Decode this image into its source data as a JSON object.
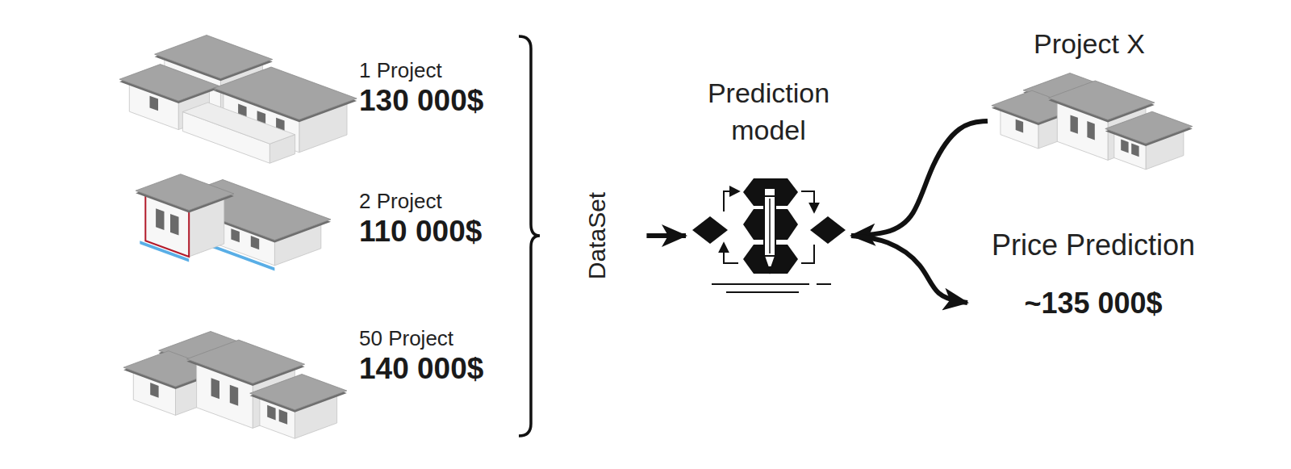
{
  "diagram": {
    "nodes": [
      {
        "text": [
          "1 Project",
          "130 000$"
        ]
      },
      {
        "text": [
          "2 Project",
          "110 000$"
        ]
      },
      {
        "text": [
          "50 Project",
          "140 000$"
        ]
      },
      {
        "text": [
          "DataSet"
        ]
      },
      {
        "text": [
          "Prediction model"
        ]
      },
      {
        "text": [
          "Project X"
        ]
      },
      {
        "text": [
          "Price Prediction",
          "~135 000$"
        ]
      }
    ],
    "edges": [
      {
        "from": 3,
        "to": 4,
        "arrow": "to"
      },
      {
        "from": 5,
        "to": 4,
        "arrow": "to"
      },
      {
        "from": 4,
        "to": 6,
        "arrow": "to"
      }
    ]
  }
}
